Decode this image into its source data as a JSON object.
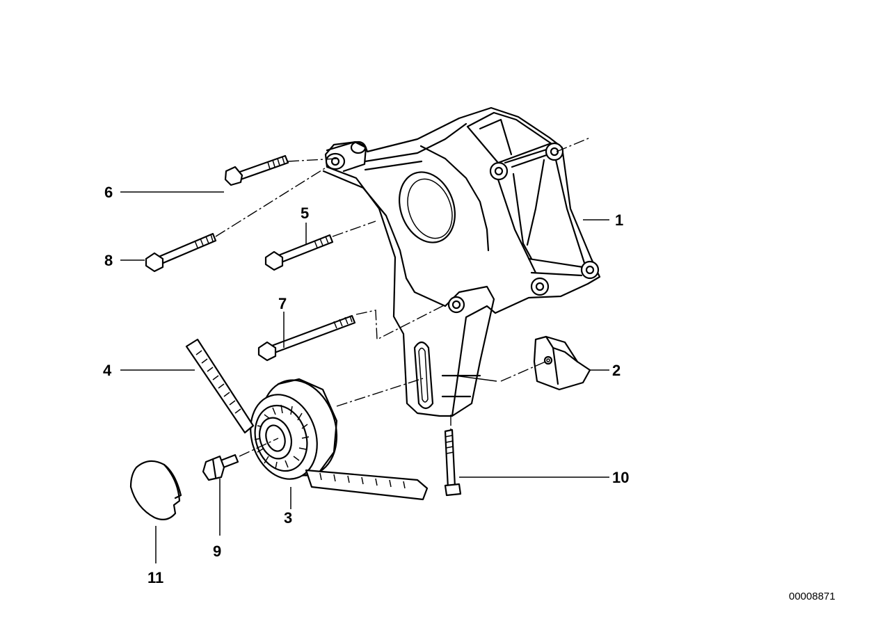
{
  "callouts": {
    "c1": "1",
    "c2": "2",
    "c3": "3",
    "c4": "4",
    "c5": "5",
    "c6": "6",
    "c7": "7",
    "c8": "8",
    "c9": "9",
    "c10": "10",
    "c11": "11"
  },
  "reference_number": "00008871",
  "colors": {
    "line": "#000000",
    "background": "#ffffff"
  }
}
